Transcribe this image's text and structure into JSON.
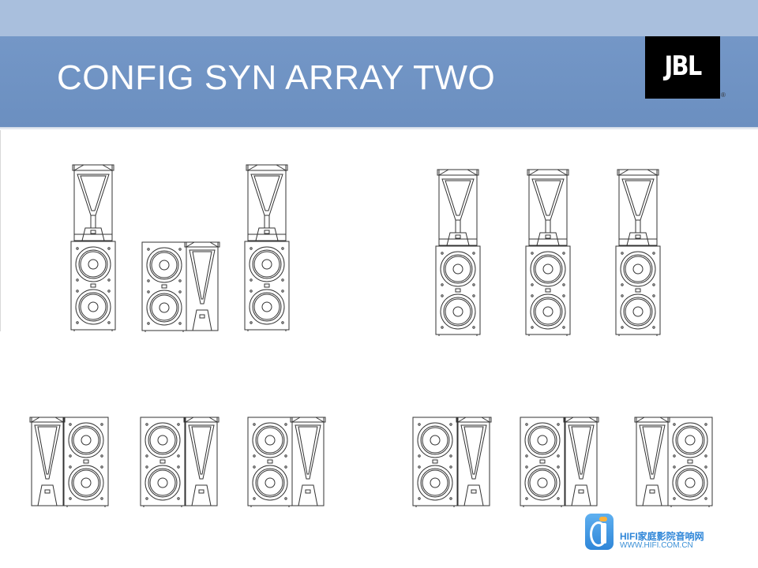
{
  "slide": {
    "title": "CONFIG SYN ARRAY TWO",
    "logo_text": "JBL",
    "logo_mark": "®"
  },
  "watermark": {
    "line1": "HIFI家庭影院音响网",
    "line2": "WWW.HIFI.COM.CN"
  },
  "colors": {
    "top_band": "#a9bfdd",
    "title_band": "#7096c7",
    "line_art": "#333333"
  },
  "diagram": {
    "groups": [
      {
        "name": "vertical-array-a",
        "units": [
          "tall",
          "wide",
          "tall"
        ]
      },
      {
        "name": "vertical-array-b",
        "units": [
          "tall",
          "tall",
          "tall"
        ]
      },
      {
        "name": "horizontal-array-a",
        "units": [
          "horn-left",
          "horn-right",
          "horn-right"
        ]
      },
      {
        "name": "horizontal-array-b",
        "units": [
          "horn-right",
          "horn-right",
          "horn-left"
        ]
      }
    ]
  }
}
